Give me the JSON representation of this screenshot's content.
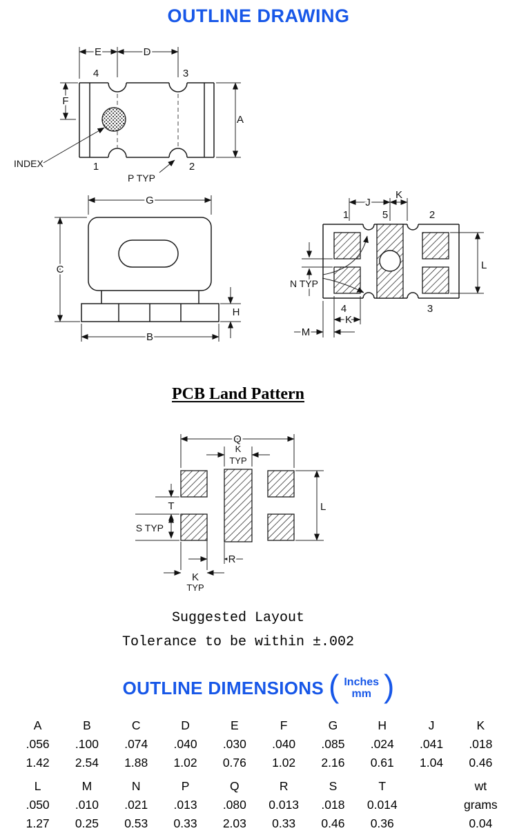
{
  "page": {
    "title": "OUTLINE DRAWING",
    "accent_color": "#1757e8"
  },
  "top_view": {
    "labels": {
      "e": "E",
      "d": "D",
      "a": "A",
      "f": "F",
      "index": "INDEX",
      "p_typ": "P TYP",
      "pin1": "1",
      "pin2": "2",
      "pin3": "3",
      "pin4": "4"
    }
  },
  "front_view": {
    "labels": {
      "g": "G",
      "c": "C",
      "b": "B",
      "h": "H"
    }
  },
  "bottom_view": {
    "labels": {
      "j": "J",
      "k": "K",
      "m": "M",
      "l": "L",
      "n_typ": "N TYP",
      "pin1": "1",
      "pin2": "2",
      "pin3": "3",
      "pin4": "4",
      "pin5": "5"
    }
  },
  "land_pattern": {
    "title": "PCB Land Pattern",
    "labels": {
      "q": "Q",
      "k": "K",
      "typ": "TYP",
      "t": "T",
      "s_typ": "S TYP",
      "l": "L",
      "r": "R"
    },
    "suggested": "Suggested Layout",
    "tolerance": "Tolerance to be within ±.002"
  },
  "dimensions": {
    "title": "OUTLINE DIMENSIONS",
    "paren_open": "(",
    "paren_close": ")",
    "units_top": "Inches",
    "units_bottom": "mm",
    "table1": {
      "headers": [
        "A",
        "B",
        "C",
        "D",
        "E",
        "F",
        "G",
        "H",
        "J",
        "K"
      ],
      "inches": [
        ".056",
        ".100",
        ".074",
        ".040",
        ".030",
        ".040",
        ".085",
        ".024",
        ".041",
        ".018"
      ],
      "mm": [
        "1.42",
        "2.54",
        "1.88",
        "1.02",
        "0.76",
        "1.02",
        "2.16",
        "0.61",
        "1.04",
        "0.46"
      ]
    },
    "table2": {
      "headers": [
        "L",
        "M",
        "N",
        "P",
        "Q",
        "R",
        "S",
        "T",
        "wt"
      ],
      "inches": [
        ".050",
        ".010",
        ".021",
        ".013",
        ".080",
        "0.013",
        ".018",
        "0.014",
        "grams"
      ],
      "mm": [
        "1.27",
        "0.25",
        "0.53",
        "0.33",
        "2.03",
        "0.33",
        "0.46",
        "0.36",
        "0.04"
      ]
    }
  }
}
